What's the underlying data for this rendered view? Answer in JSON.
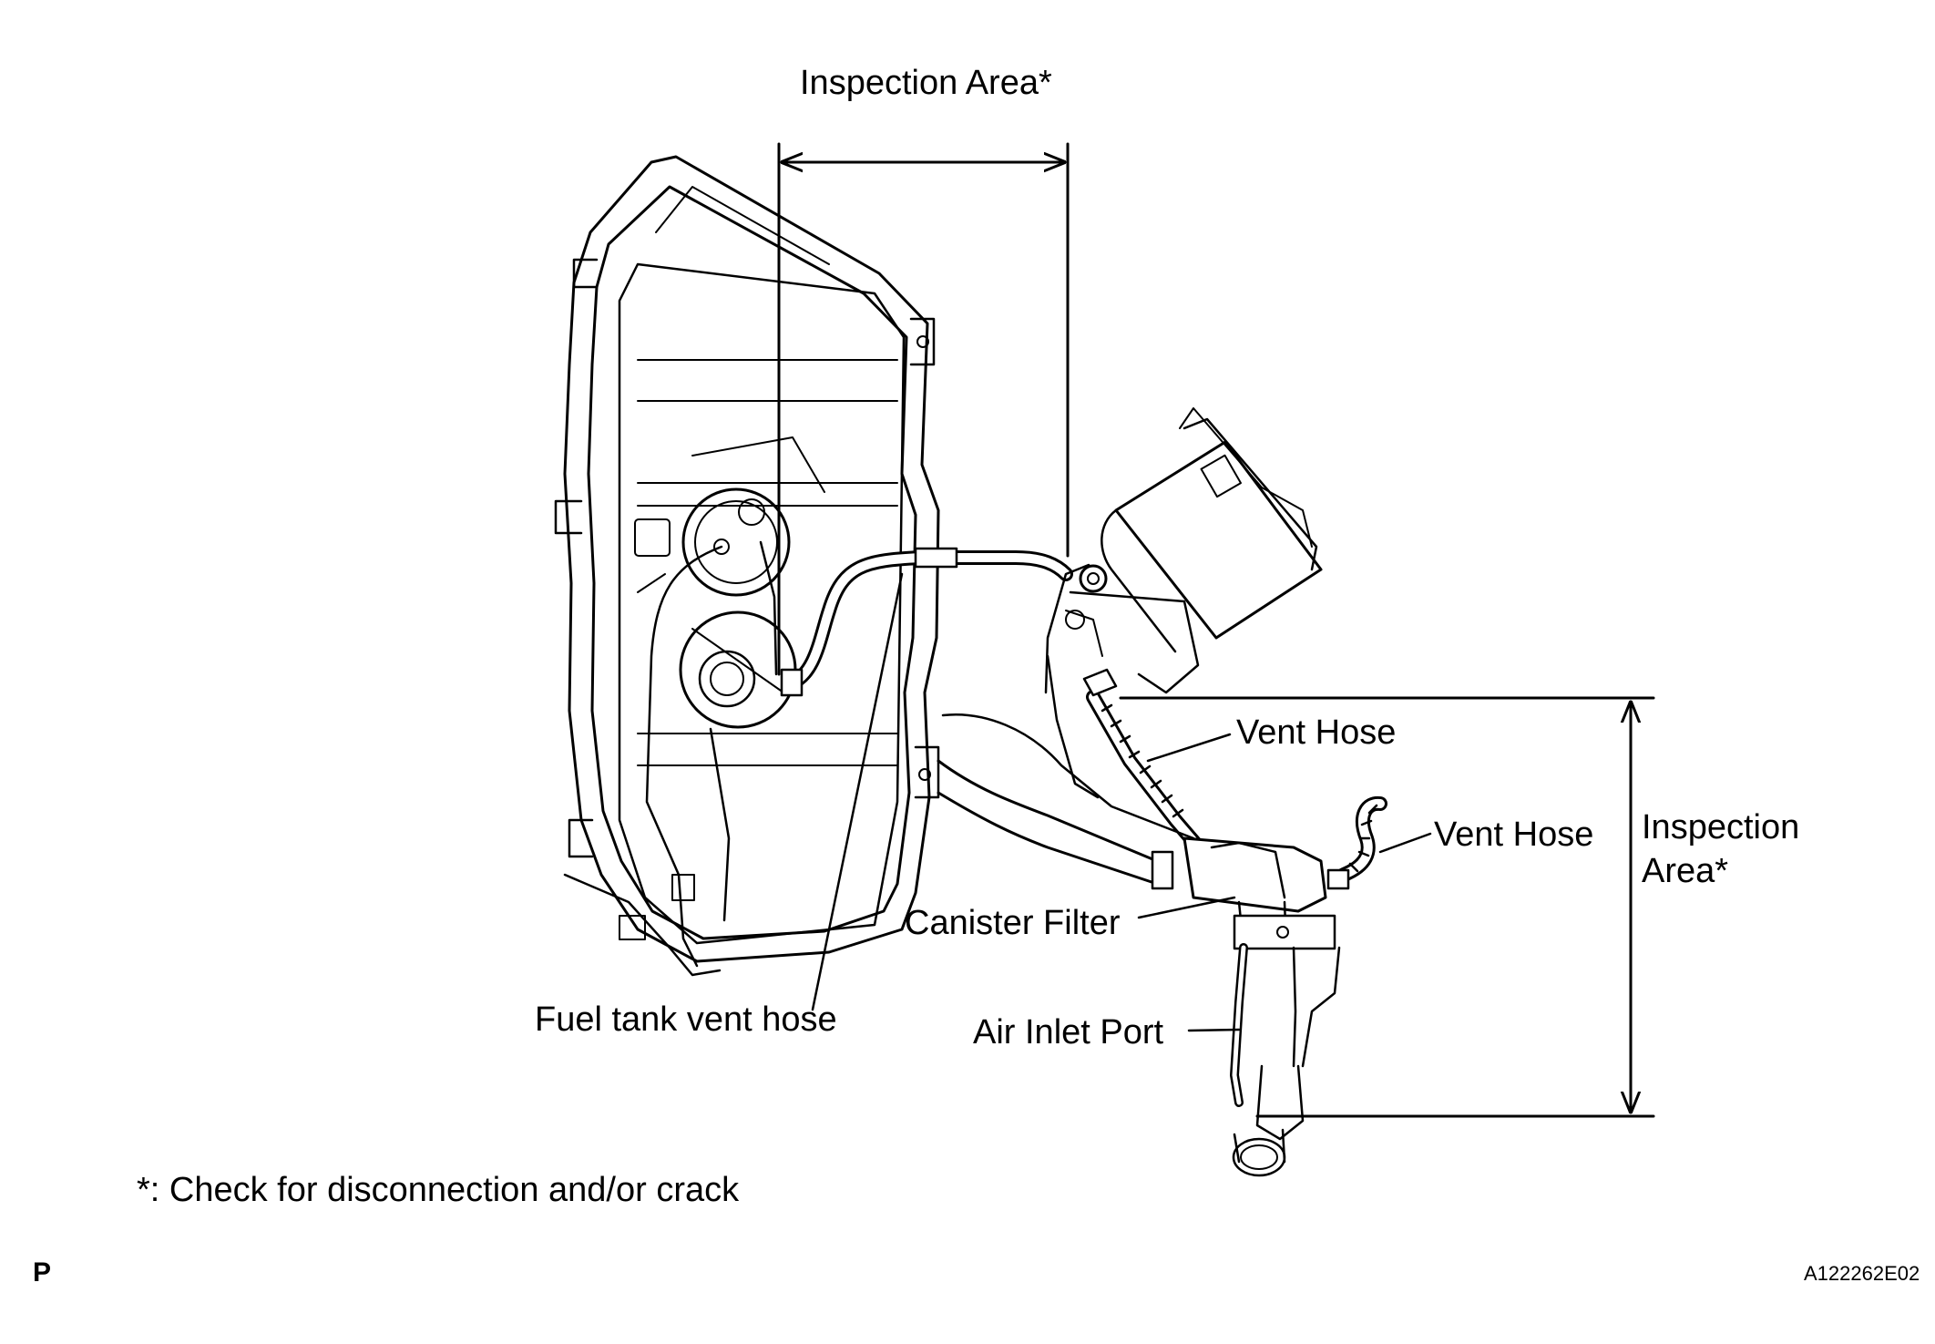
{
  "labels": {
    "inspection_area_top": "Inspection Area*",
    "inspection_area_right_line1": "Inspection",
    "inspection_area_right_line2": "Area*",
    "vent_hose_upper": "Vent Hose",
    "vent_hose_lower": "Vent Hose",
    "canister_filter": "Canister Filter",
    "air_inlet_port": "Air Inlet Port",
    "fuel_tank_vent_hose": "Fuel tank vent hose"
  },
  "footnote": "*: Check for disconnection and/or crack",
  "corner_mark": "P",
  "figure_code": "A122262E02"
}
